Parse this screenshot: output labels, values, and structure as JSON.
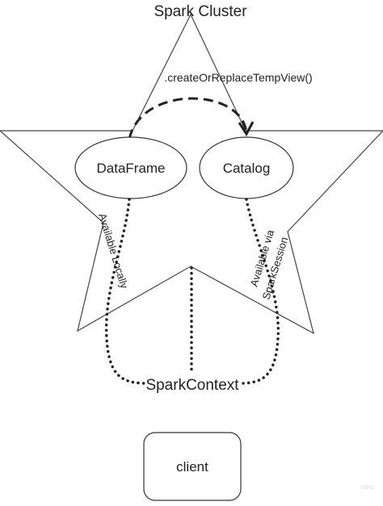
{
  "diagram": {
    "title": "Spark Cluster",
    "arrow_label": ".createOrReplaceTempView()",
    "nodes": {
      "dataframe": "DataFrame",
      "catalog": "Catalog",
      "sparkcontext": "SparkContext",
      "client": "client"
    },
    "edge_labels": {
      "dataframe_link": "Available Locally",
      "catalog_link_line1": "Available via",
      "catalog_link_line2": "SparkSession"
    },
    "watermark": "miro"
  }
}
